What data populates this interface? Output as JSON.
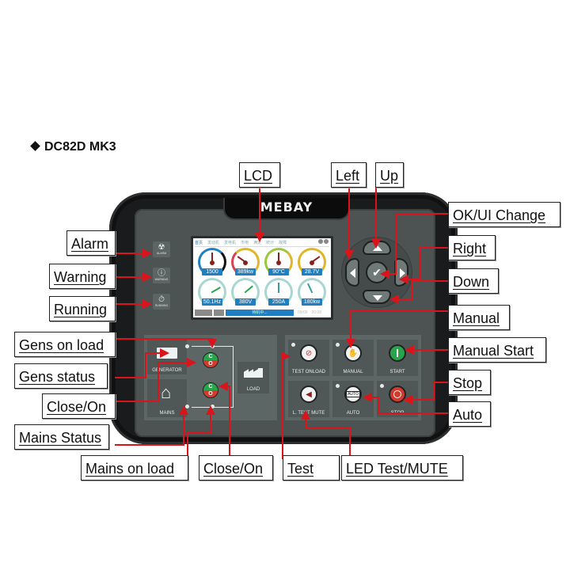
{
  "title": "DC82D MK3",
  "device": {
    "brand": "MEBAY",
    "lcd": {
      "tabs": [
        "首页",
        "发动机",
        "发电机",
        "市电",
        "满定",
        "统计",
        "故障"
      ],
      "gauges": [
        {
          "value": "1500",
          "color": "#1f7fc1"
        },
        {
          "value": "389kw",
          "color": "#e0b52a"
        },
        {
          "value": "90°C",
          "color": "#e0b52a"
        },
        {
          "value": "28.7V",
          "color": "#e0b52a"
        },
        {
          "value": "50.1Hz",
          "color": "#a8d7d2"
        },
        {
          "value": "380V",
          "color": "#a8d7d2"
        },
        {
          "value": "250A",
          "color": "#a8d7d2"
        },
        {
          "value": "180kw",
          "color": "#a8d7d2"
        }
      ],
      "status_text": "待机中...",
      "date": "09/09",
      "time": "20:08"
    },
    "indicators": [
      {
        "label": "ALARM",
        "icon": "alarm-icon"
      },
      {
        "label": "WARNING",
        "icon": "warning-icon"
      },
      {
        "label": "RUNNING",
        "icon": "running-icon"
      }
    ],
    "left_panel": {
      "generator_label": "GENERATOR",
      "mains_label": "MAINS",
      "load_label": "LOAD",
      "co_top": "C",
      "co_bottom": "O"
    },
    "buttons": {
      "test_onload": "TEST ONLOAD",
      "manual": "MANUAL",
      "start": "START",
      "lamp_test_mute": "L. TEST MUTE",
      "auto": "AUTO",
      "auto_glyph": "AUTO",
      "stop": "STOP"
    }
  },
  "callouts": {
    "lcd": "LCD",
    "left": "Left",
    "up": "Up",
    "ok_ui_change": "OK/UI Change",
    "right": "Right",
    "down": "Down",
    "manual": "Manual",
    "manual_start": "Manual Start",
    "stop": "Stop",
    "auto": "Auto",
    "alarm": "Alarm",
    "warning": "Warning",
    "running": "Running",
    "gens_on_load": "Gens on load",
    "gens_status": "Gens status",
    "close_on_left": "Close/On",
    "mains_status": "Mains Status",
    "mains_on_load": "Mains on load",
    "close_on_bottom": "Close/On",
    "test": "Test",
    "led_test_mute": "LED Test/MUTE"
  },
  "colors": {
    "leader_line": "#d9141b",
    "device_body": "#1a1b1c",
    "face": "#4c5352",
    "lcd_accent": "#1f7fc1",
    "start_green": "#2aa44a",
    "stop_red": "#d33a2e"
  }
}
